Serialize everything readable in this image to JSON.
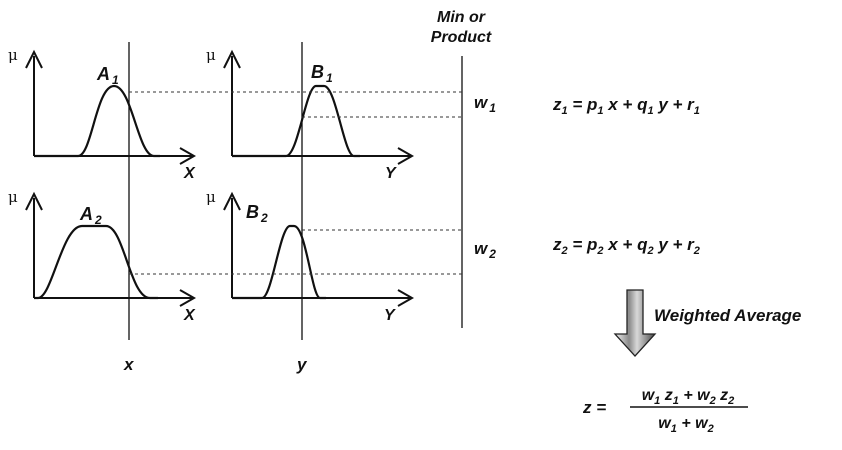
{
  "header": {
    "line1": "Min or",
    "line2": "Product"
  },
  "mu_symbol": "μ",
  "rule1": {
    "set_a": "A",
    "set_a_sub": "1",
    "set_b": "B",
    "set_b_sub": "1",
    "weight": "w",
    "weight_sub": "1",
    "axis_x": "X",
    "axis_y": "Y",
    "eq": {
      "z": "z",
      "zs": "1",
      "eq": " = ",
      "p": "p",
      "ps": "1",
      "x": " x + ",
      "q": "q",
      "qs": "1",
      "y": " y + ",
      "r": "r",
      "rs": "1"
    }
  },
  "rule2": {
    "set_a": "A",
    "set_a_sub": "2",
    "set_b": "B",
    "set_b_sub": "2",
    "weight": "w",
    "weight_sub": "2",
    "axis_x": "X",
    "axis_y": "Y",
    "eq": {
      "z": "z",
      "zs": "2",
      "eq": " = ",
      "p": "p",
      "ps": "2",
      "x": " x + ",
      "q": "q",
      "qs": "2",
      "y": " y + ",
      "r": "r",
      "rs": "2"
    }
  },
  "inputs": {
    "x": "x",
    "y": "y"
  },
  "arrow_label": "Weighted Average",
  "output": {
    "z": "z =",
    "num": {
      "w1": "w",
      "w1s": "1",
      "z1": " z",
      "z1s": "1",
      "plus": " + ",
      "w2": "w",
      "w2s": "2",
      "z2": " z",
      "z2s": "2"
    },
    "den": {
      "w1": "w",
      "w1s": "1",
      "plus": " + ",
      "w2": "w",
      "w2s": "2"
    }
  }
}
